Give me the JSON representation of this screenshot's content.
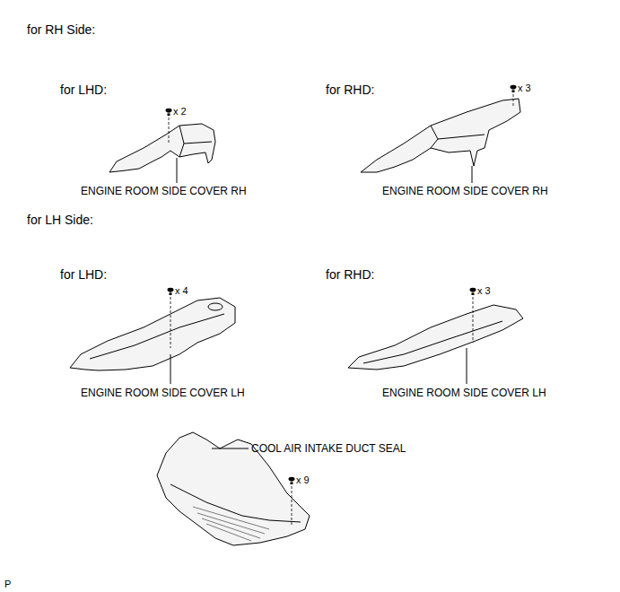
{
  "diagram": {
    "labels": [
      "for RH Side:",
      "for LHD:",
      "x 2",
      "ENGINE ROOM SIDE COVER RH",
      "for RHD:",
      "x 3",
      "ENGINE ROOM SIDE COVER RH",
      "for LH Side:",
      "for LHD:",
      "x 4",
      "ENGINE ROOM SIDE COVER LH",
      "for RHD:",
      "x 3",
      "ENGINE ROOM SIDE COVER LH",
      "COOL AIR INTAKE DUCT SEAL",
      "x 9",
      "P"
    ]
  }
}
